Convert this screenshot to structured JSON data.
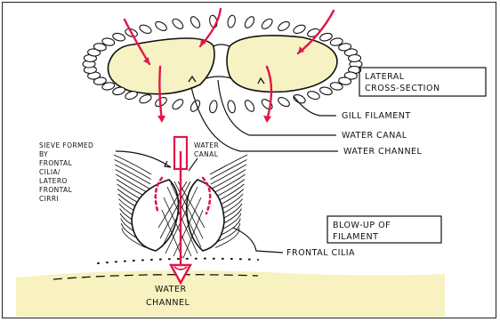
{
  "labels": {
    "lateral_cross_section": [
      "LATERAL",
      "CROSS-SECTION"
    ],
    "gill_filament": "GILL FILAMENT",
    "water_canal": "WATER CANAL",
    "water_channel": "WATER CHANNEL",
    "sieve": [
      "SIEVE FORMED",
      "BY",
      "FRONTAL",
      "CILIA/",
      "LATERO",
      "FRONTAL",
      "CIRRI"
    ],
    "water_canal_small": [
      "WATER",
      "CANAL"
    ],
    "blow_up": [
      "BLOW-UP OF",
      "FILAMENT"
    ],
    "frontal_cilia": "FRONTAL CILIA",
    "bottom_channel": [
      "WATER",
      "CHANNEL"
    ]
  },
  "colors": {
    "ink": "#111111",
    "arrow_red": "#e0174a",
    "cream_fill": "#f7f2c4",
    "channel_fill": "#f8f1c0"
  }
}
